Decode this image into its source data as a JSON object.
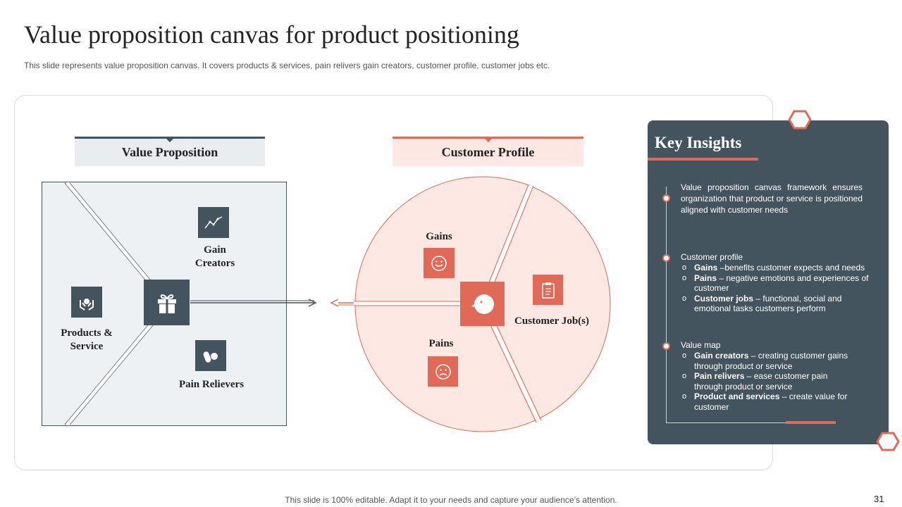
{
  "title": "Value proposition canvas for product positioning",
  "subtitle": "This slide represents value proposition canvas. It covers products & services, pain relivers gain creators, customer profile, customer jobs etc.",
  "value_map": {
    "tab_label": "Value Proposition",
    "gain_creators_label": "Gain Creators",
    "products_service_label": "Products & Service",
    "pain_relievers_label": "Pain Relievers"
  },
  "customer_profile": {
    "tab_label": "Customer Profile",
    "gains_label": "Gains",
    "pains_label": "Pains",
    "customer_jobs_label": "Customer Job(s)"
  },
  "key_insights": {
    "title": "Key Insights",
    "intro": "Value proposition canvas framework ensures organization that product or service is positioned aligned with customer needs",
    "customer_profile": {
      "heading": "Customer profile",
      "items": [
        {
          "term": "Gains",
          "text": " –benefits customer expects and needs"
        },
        {
          "term": "Pains",
          "text": " – negative emotions and experiences of customer"
        },
        {
          "term": "Customer jobs",
          "text": " – functional, social and emotional tasks customers perform"
        }
      ]
    },
    "value_map": {
      "heading": "Value map",
      "items": [
        {
          "term": "Gain creators",
          "text": " – creating customer gains through product or service"
        },
        {
          "term": "Pain relivers",
          "text": " – ease customer pain through product or service"
        },
        {
          "term": "Product and services",
          "text": " – create value for customer"
        }
      ]
    }
  },
  "footer": "This slide is 100% editable. Adapt it to your needs and capture your audience’s attention.",
  "page_number": "31",
  "colors": {
    "dark": "#44545e",
    "coral": "#e06a57",
    "light_coral": "#fde8e3",
    "light_gray": "#edf1f4"
  }
}
